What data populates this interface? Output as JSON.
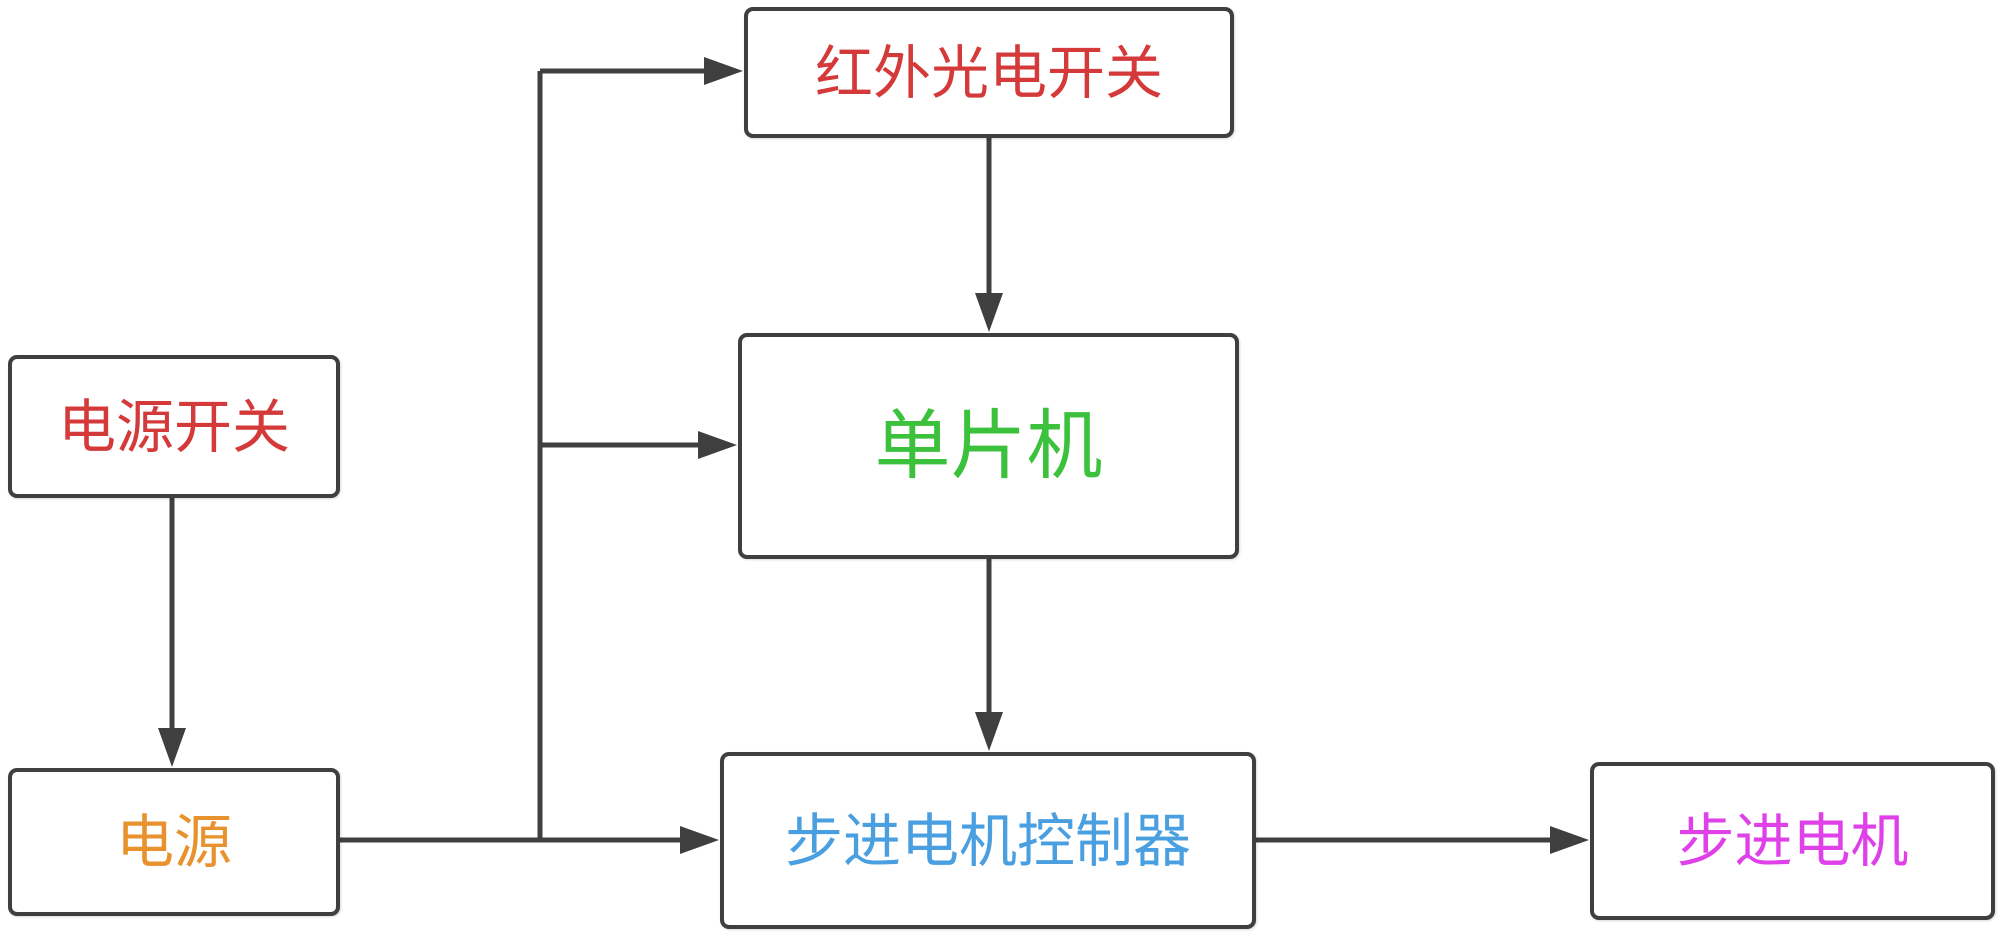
{
  "nodes": {
    "ir_switch": {
      "label": "红外光电开关",
      "color": "#d43a3a"
    },
    "mcu": {
      "label": "单片机",
      "color": "#3cc13c"
    },
    "power_switch": {
      "label": "电源开关",
      "color": "#d43a3a"
    },
    "power": {
      "label": "电源",
      "color": "#e8922e"
    },
    "motor_driver": {
      "label": "步进电机控制器",
      "color": "#4a9fe0"
    },
    "stepper_motor": {
      "label": "步进电机",
      "color": "#e040e8"
    }
  },
  "line_color": "#3f3f3f"
}
